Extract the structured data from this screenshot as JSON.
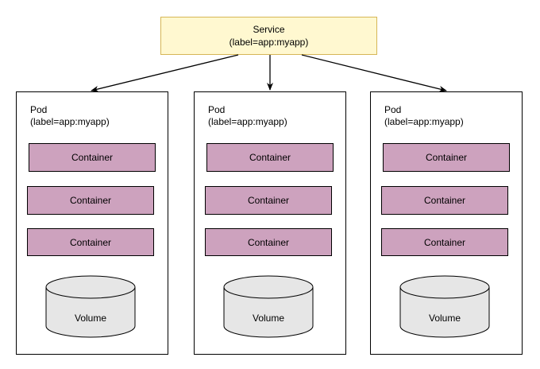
{
  "service": {
    "title": "Service",
    "label": "(label=app:myapp)",
    "fill_color": "#fff8d0",
    "border_color": "#d6b656"
  },
  "pods": [
    {
      "title": "Pod",
      "label": "(label=app:myapp)",
      "containers": [
        "Container",
        "Container",
        "Container"
      ],
      "volume": "Volume"
    },
    {
      "title": "Pod",
      "label": "(label=app:myapp)",
      "containers": [
        "Container",
        "Container",
        "Container"
      ],
      "volume": "Volume"
    },
    {
      "title": "Pod",
      "label": "(label=app:myapp)",
      "containers": [
        "Container",
        "Container",
        "Container"
      ],
      "volume": "Volume"
    }
  ],
  "colors": {
    "container_fill": "#cda2be",
    "volume_fill": "#e6e6e6"
  }
}
